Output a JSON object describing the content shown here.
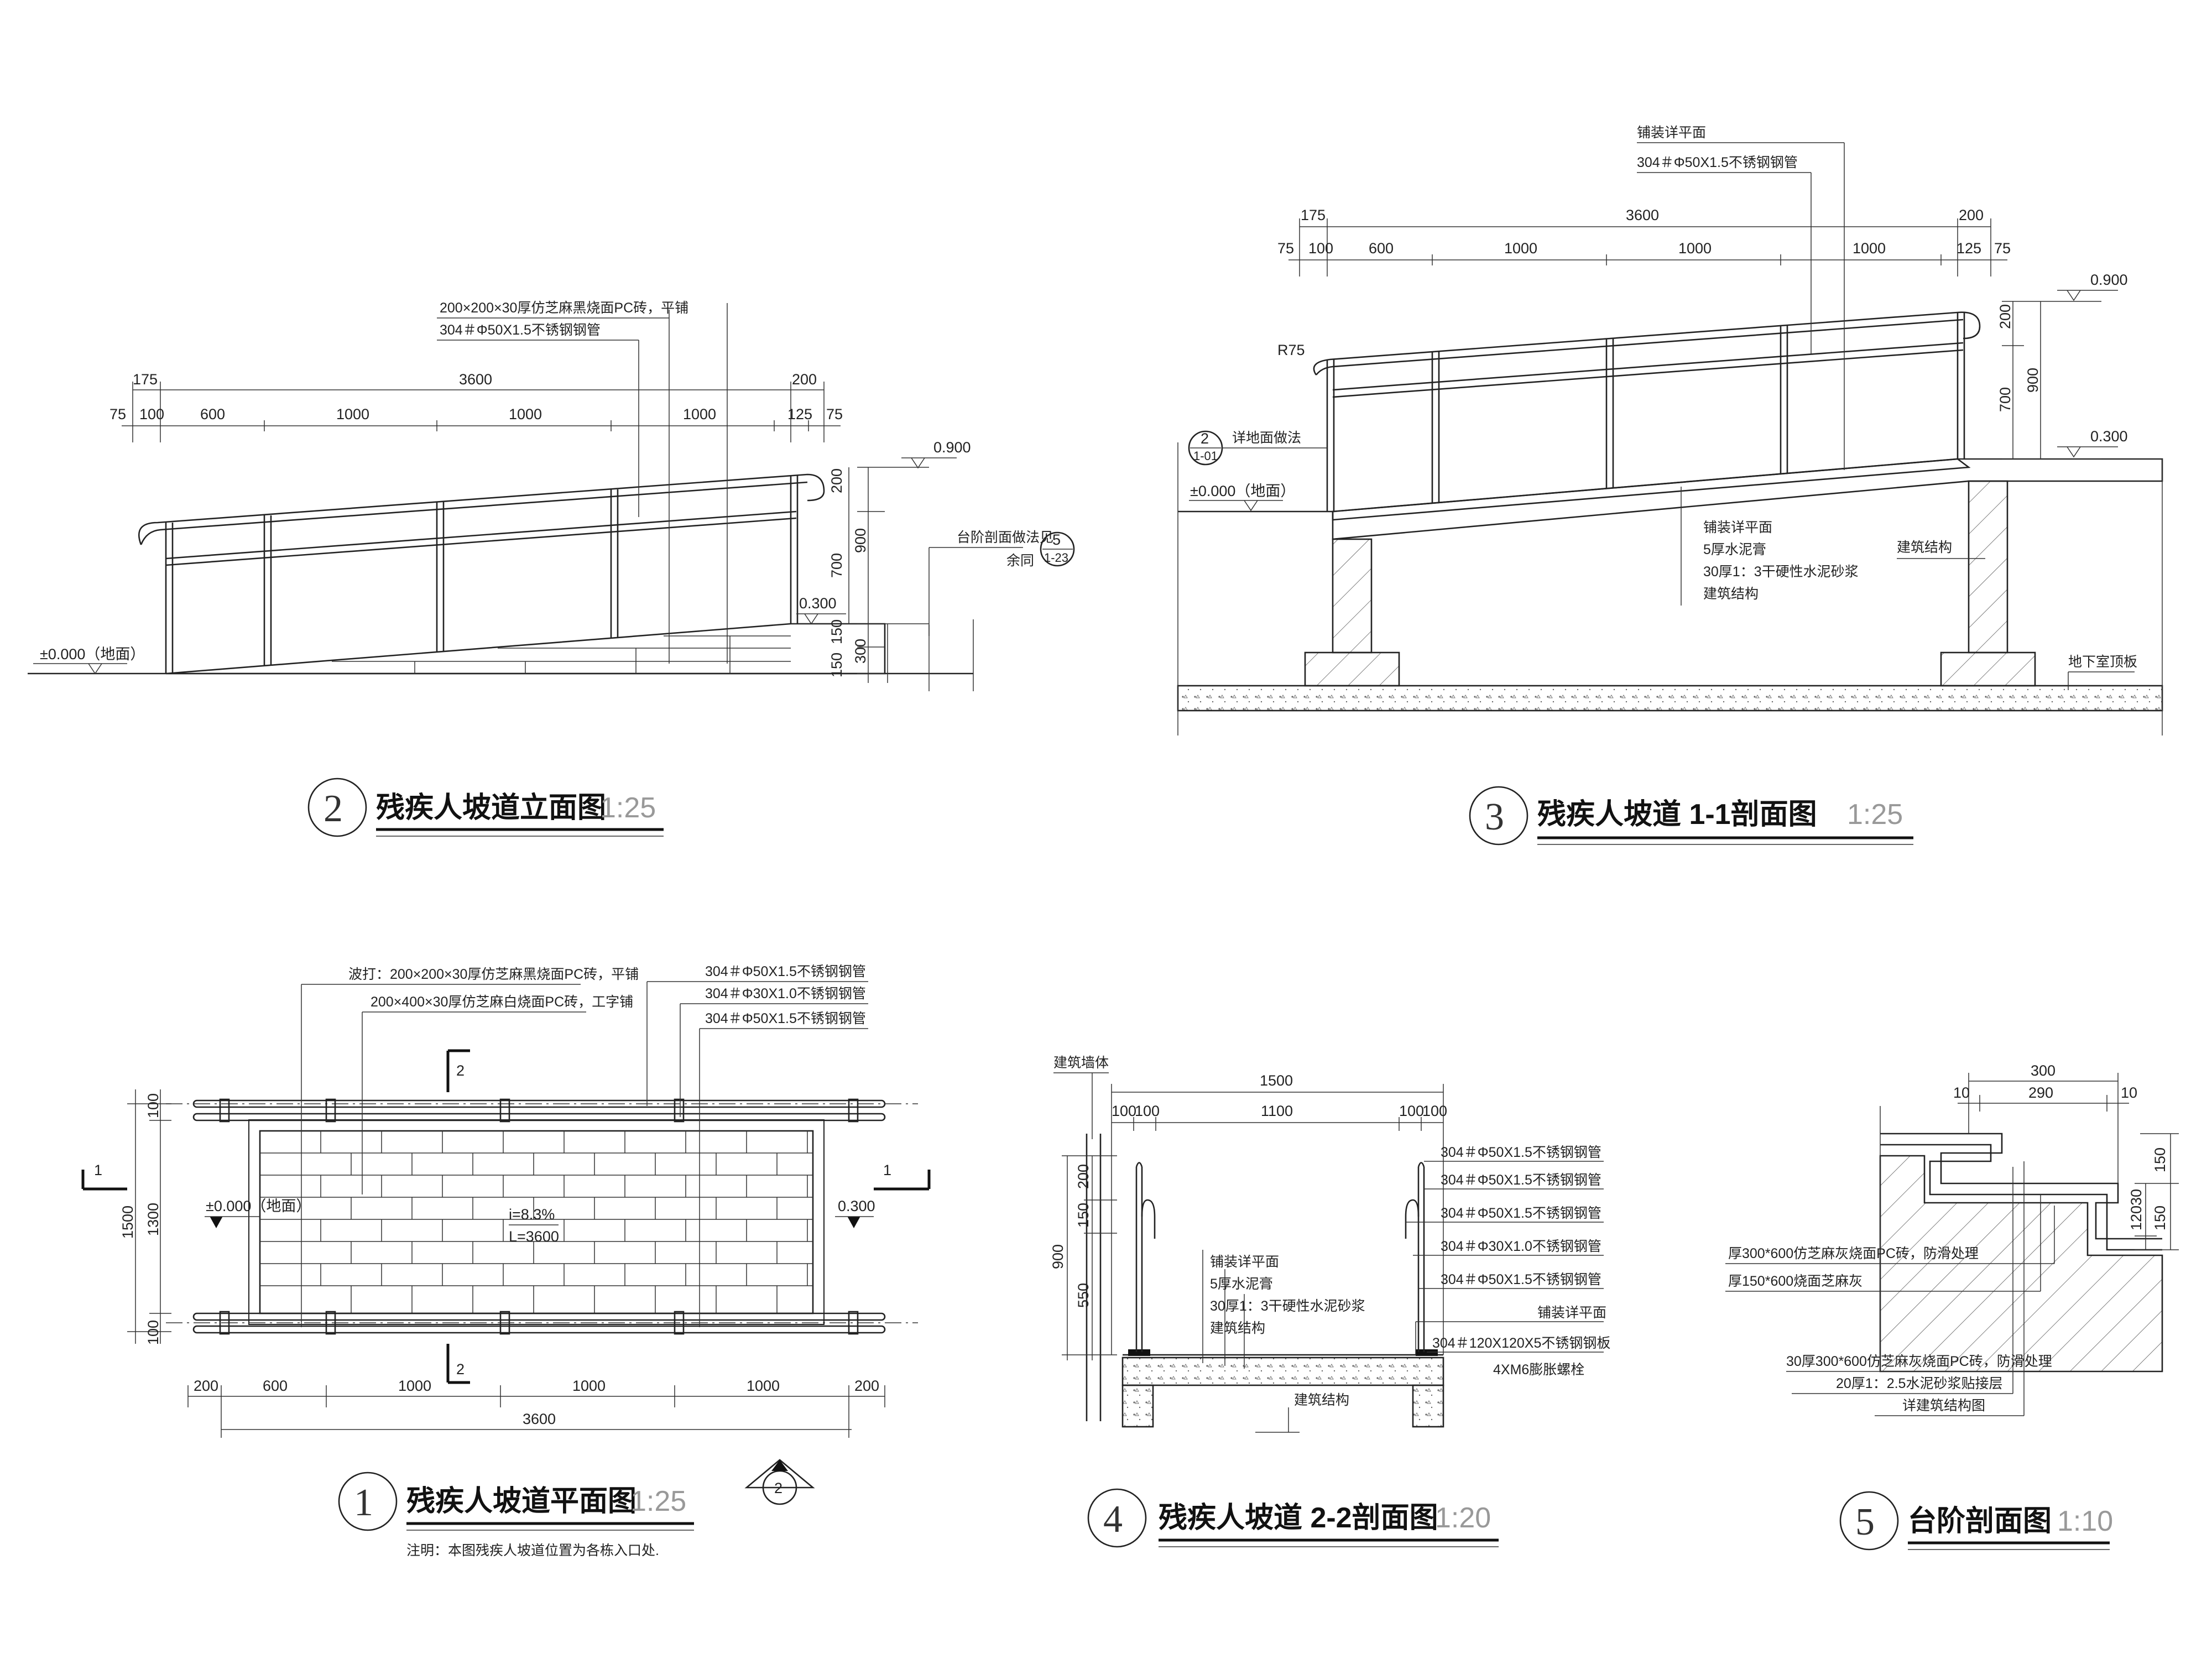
{
  "drawings": {
    "elevation": {
      "number": "2",
      "title": "残疾人坡道立面图",
      "scale": "1:25",
      "dims_top": [
        "175",
        "3600",
        "200"
      ],
      "dims_row2": [
        "75",
        "100",
        "600",
        "1000",
        "1000",
        "1000",
        "125",
        "75"
      ],
      "dims_right": [
        "200",
        "900",
        "700",
        "150",
        "300",
        "150"
      ],
      "levels": [
        "0.900",
        "0.300",
        "±0.000（地面）"
      ],
      "notes": [
        "200×200×30厚仿芝麻黑烧面PC砖，平铺",
        "304＃Φ50X1.5不锈钢钢管",
        "台阶剖面做法见",
        "余同"
      ],
      "ref_num": "5",
      "ref_sheet": "1-23"
    },
    "section11": {
      "number": "3",
      "title": "残疾人坡道  1-1剖面图",
      "scale": "1:25",
      "dims_top": [
        "175",
        "3600",
        "200"
      ],
      "dims_row2": [
        "75",
        "100",
        "600",
        "1000",
        "1000",
        "1000",
        "125",
        "75"
      ],
      "dims_right": [
        "200",
        "900",
        "700"
      ],
      "levels": [
        "0.900",
        "0.300",
        "±0.000（地面）"
      ],
      "notes": [
        "铺装详平面",
        "304＃Φ50X1.5不锈钢钢管",
        "详地面做法",
        "铺装详平面",
        "5厚水泥膏",
        "30厚1：3干硬性水泥砂浆",
        "建筑结构",
        "建筑结构",
        "地下室顶板"
      ],
      "radius": "R75",
      "ref_num": "2",
      "ref_sheet": "1-01"
    },
    "plan": {
      "number": "1",
      "title": "残疾人坡道平面图",
      "scale": "1:25",
      "notes": [
        "波打：200×200×30厚仿芝麻黑烧面PC砖，平铺",
        "200×400×30厚仿芝麻白烧面PC砖，工字铺",
        "304＃Φ50X1.5不锈钢钢管",
        "304＃Φ30X1.0不锈钢钢管",
        "304＃Φ50X1.5不锈钢钢管"
      ],
      "dims_bottom": [
        "200",
        "600",
        "1000",
        "1000",
        "1000",
        "200"
      ],
      "dim_total": "3600",
      "dims_left": [
        "1500",
        "100",
        "1300",
        "100"
      ],
      "levels": [
        "±0.000（地面）",
        "0.300"
      ],
      "slope": "i=8.3%",
      "length": "L=3600",
      "section_marks": [
        "1",
        "1",
        "2",
        "2"
      ],
      "ref_num": "2",
      "remark": "注明：本图残疾人坡道位置为各栋入口处."
    },
    "section22": {
      "number": "4",
      "title": "残疾人坡道  2-2剖面图",
      "scale": "1:20",
      "wall_label": "建筑墙体",
      "dims_top": [
        "1500",
        "100",
        "100",
        "1100",
        "100",
        "100"
      ],
      "dims_left": [
        "200",
        "150",
        "900",
        "550"
      ],
      "notes_right": [
        "304＃Φ50X1.5不锈钢钢管",
        "304＃Φ50X1.5不锈钢钢管",
        "304＃Φ50X1.5不锈钢钢管",
        "304＃Φ30X1.0不锈钢钢管",
        "304＃Φ50X1.5不锈钢钢管",
        "铺装详平面",
        "304＃120X120X5不锈钢钢板",
        "4XM6膨胀螺栓"
      ],
      "notes_left": [
        "铺装详平面",
        "5厚水泥膏",
        "30厚1：3干硬性水泥砂浆",
        "建筑结构"
      ],
      "structure": "建筑结构"
    },
    "steps": {
      "number": "5",
      "title": "台阶剖面图",
      "scale": "1:10",
      "dims_top": [
        "300",
        "10",
        "290",
        "10"
      ],
      "dims_right": [
        "150",
        "150",
        "120",
        "30"
      ],
      "notes": [
        "厚300*600仿芝麻灰烧面PC砖，防滑处理",
        "厚150*600烧面芝麻灰",
        "30厚300*600仿芝麻灰烧面PC砖，防滑处理",
        "20厚1：2.5水泥砂浆贴接层",
        "详建筑结构图"
      ]
    }
  }
}
